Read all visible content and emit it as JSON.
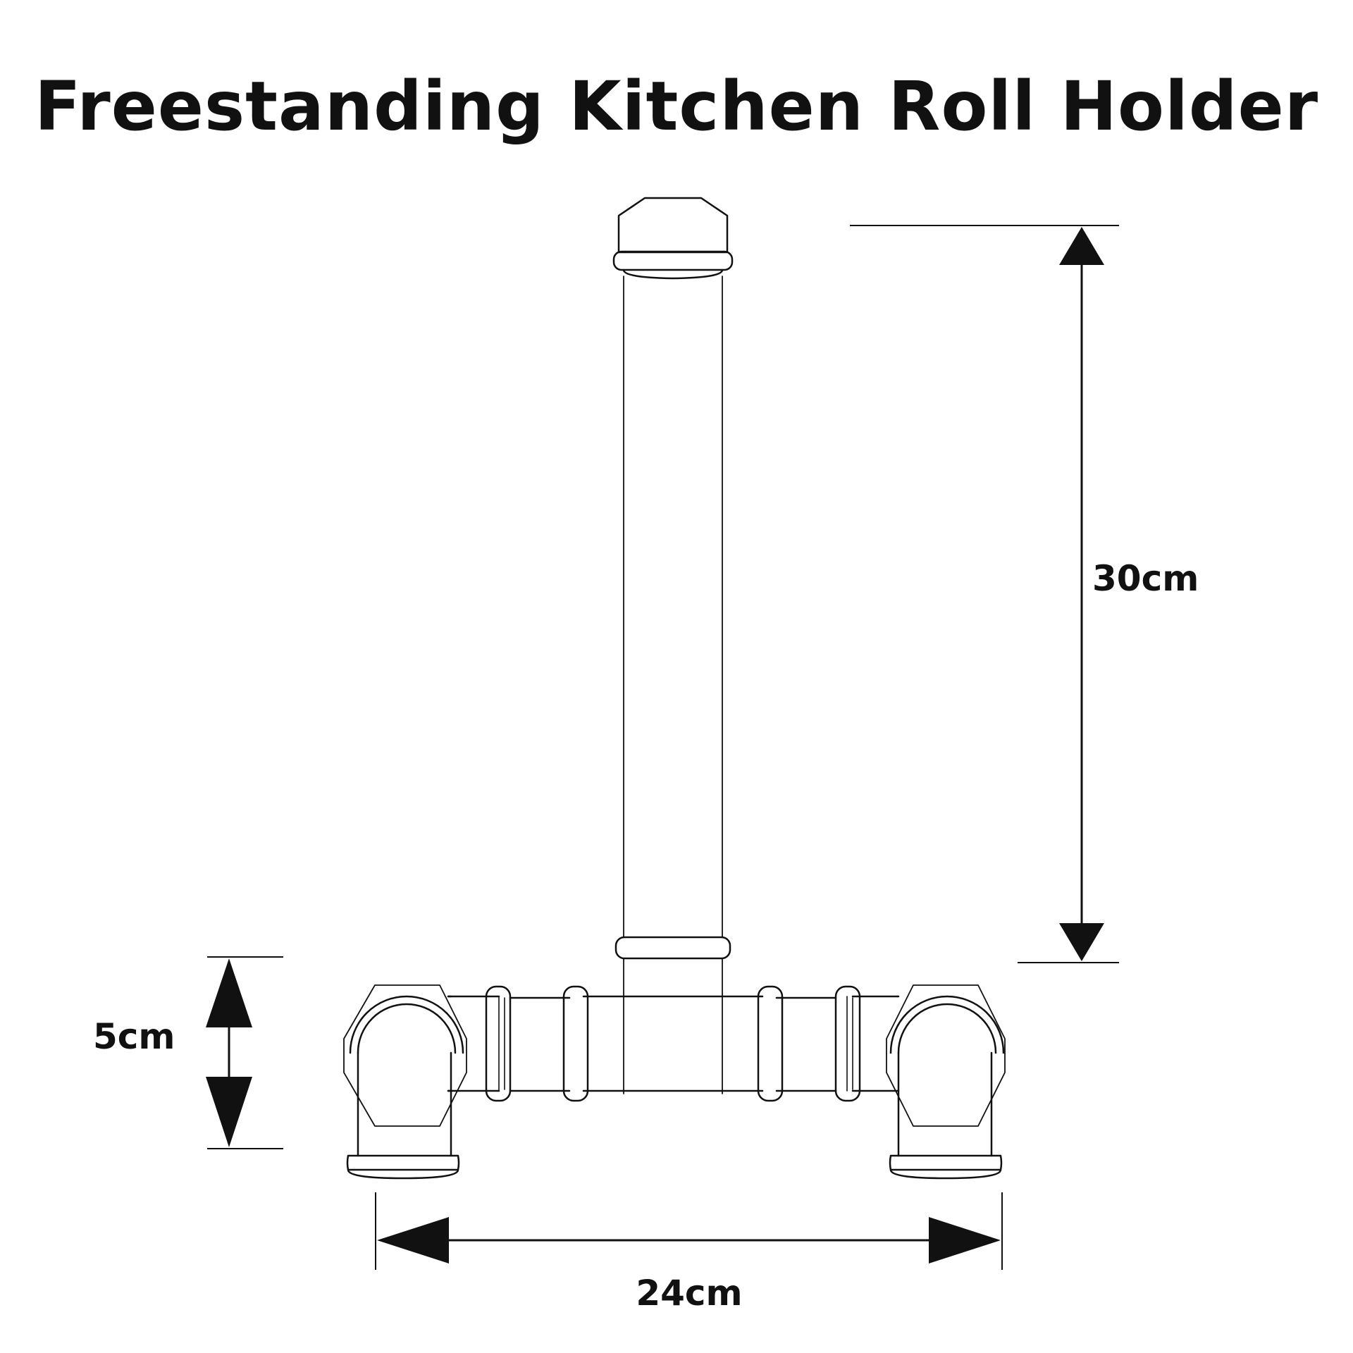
{
  "title": "Freestanding Kitchen Roll Holder",
  "dimensions": {
    "height": "30cm",
    "width": "24cm",
    "foot_height": "5cm"
  },
  "colors": {
    "line": "#111111",
    "background": "#ffffff"
  }
}
